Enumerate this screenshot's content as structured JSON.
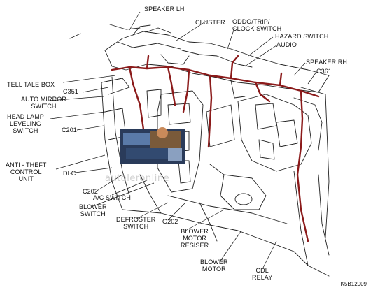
{
  "labels": {
    "speaker_lh": "SPEAKER LH",
    "cluster": "CLUSTER",
    "oddo_trip": "ODDO/TRIP/\nCLOCK SWITCH",
    "hazard_switch": "HAZARD SWITCH",
    "audio": "AUDIO",
    "speaker_rh": "SPEAKER RH",
    "c361": "C361",
    "tell_tale_box": "TELL TALE BOX",
    "c351": "C351",
    "auto_mirror": "AUTO MIRROR\nSWITCH",
    "head_lamp": "HEAD LAMP\nLEVELING\nSWITCH",
    "c201": "C201",
    "anti_theft": "ANTI - THEFT\nCONTROL\nUNIT",
    "dlc": "DLC",
    "c202": "C202",
    "ac_switch": "A/C SWITCH",
    "blower_switch": "BLOWER\nSWITCH",
    "defroster_switch": "DEFROSTER\nSWITCH",
    "g202": "G202",
    "blower_motor_resister": "BLOWER\nMOTOR\nRESISER",
    "blower_motor": "BLOWER\nMOTOR",
    "cdl_relay": "CDL\nRELAY",
    "figure_ref": "K5B12009"
  },
  "watermark": "autoleronline",
  "colors": {
    "harness": "#8b1a1a",
    "outline": "#222222",
    "background": "#ffffff"
  }
}
